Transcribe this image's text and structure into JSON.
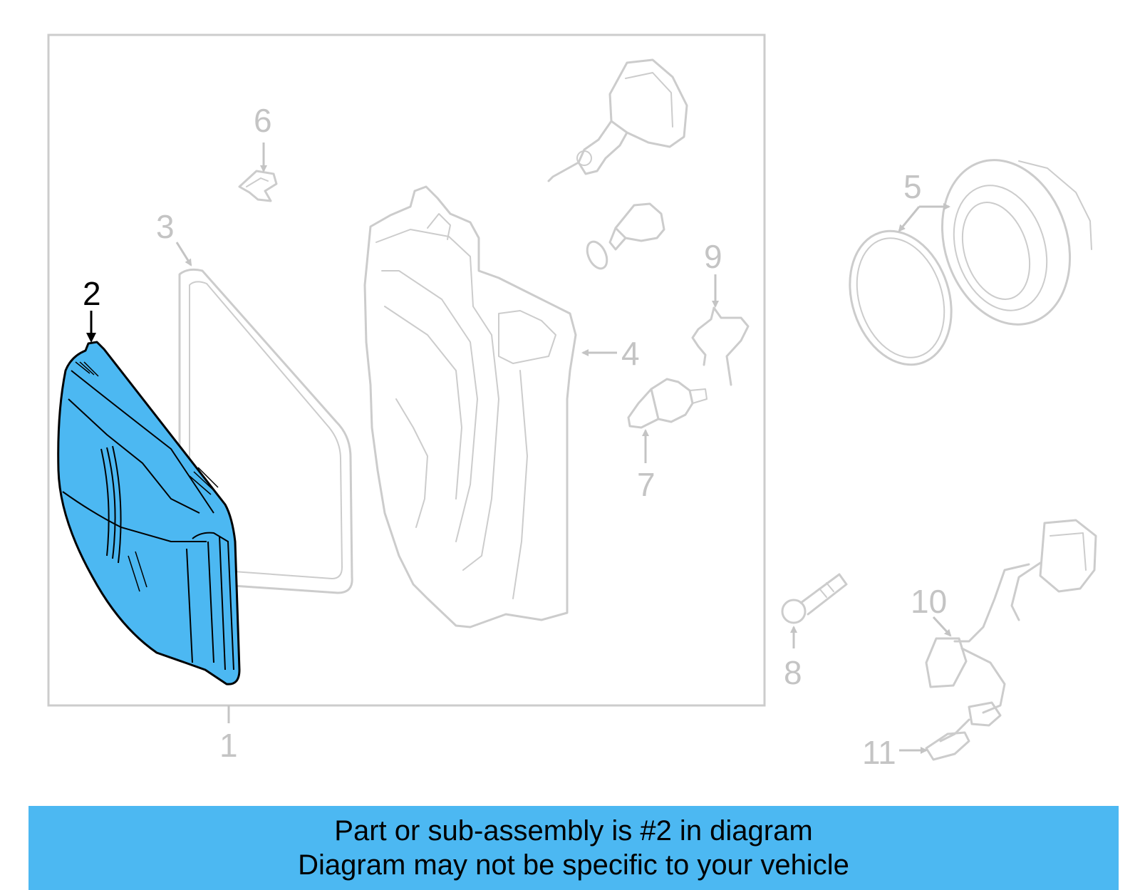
{
  "colors": {
    "highlight": "#4cb8f2",
    "inactive_part": "#cccccc",
    "inactive_label": "#c4c4c4",
    "active_line": "#000000"
  },
  "callouts": {
    "c1": "1",
    "c2": "2",
    "c3": "3",
    "c4": "4",
    "c5": "5",
    "c6": "6",
    "c7": "7",
    "c8": "8",
    "c9": "9",
    "c10": "10",
    "c11": "11"
  },
  "highlighted_part": "2",
  "banner": {
    "line1": "Part or sub-assembly is #2 in diagram",
    "line2": "Diagram may not be specific to your vehicle"
  }
}
